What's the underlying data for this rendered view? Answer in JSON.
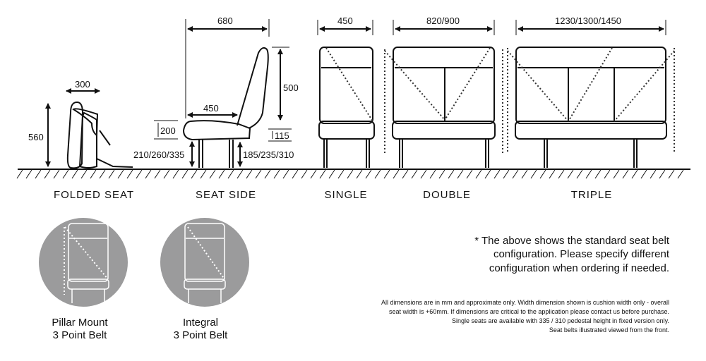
{
  "dimensions": {
    "folded_height": "560",
    "folded_width": "300",
    "side_depth": "680",
    "side_cushion": "450",
    "side_back_height": "500",
    "side_cushion_thickness": "200",
    "side_rear_thickness": "115",
    "side_front_height": "210/260/335",
    "side_rear_height": "185/235/310",
    "single_width": "450",
    "double_width": "820/900",
    "triple_width": "1230/1300/1450"
  },
  "captions": {
    "folded": "FOLDED SEAT",
    "side": "SEAT SIDE",
    "single": "SINGLE",
    "double": "DOUBLE",
    "triple": "TRIPLE"
  },
  "belts": [
    {
      "line1": "Pillar Mount",
      "line2": "3 Point Belt"
    },
    {
      "line1": "Integral",
      "line2": "3 Point Belt"
    }
  ],
  "note": [
    "* The above shows the standard seat belt",
    "configuration. Please specify different",
    "configuration when ordering if needed."
  ],
  "disclaimer": [
    "All dimensions are in mm and approximate only. Width dimension shown is cushion width only - overall",
    "seat width is +60mm. If dimensions are critical to the application please contact us before purchase.",
    "Single seats are available with 335 / 310 pedestal height in fixed version only.",
    "Seat belts illustrated viewed from the front."
  ],
  "colors": {
    "circle": "#9b9b9c",
    "line": "#111111"
  }
}
